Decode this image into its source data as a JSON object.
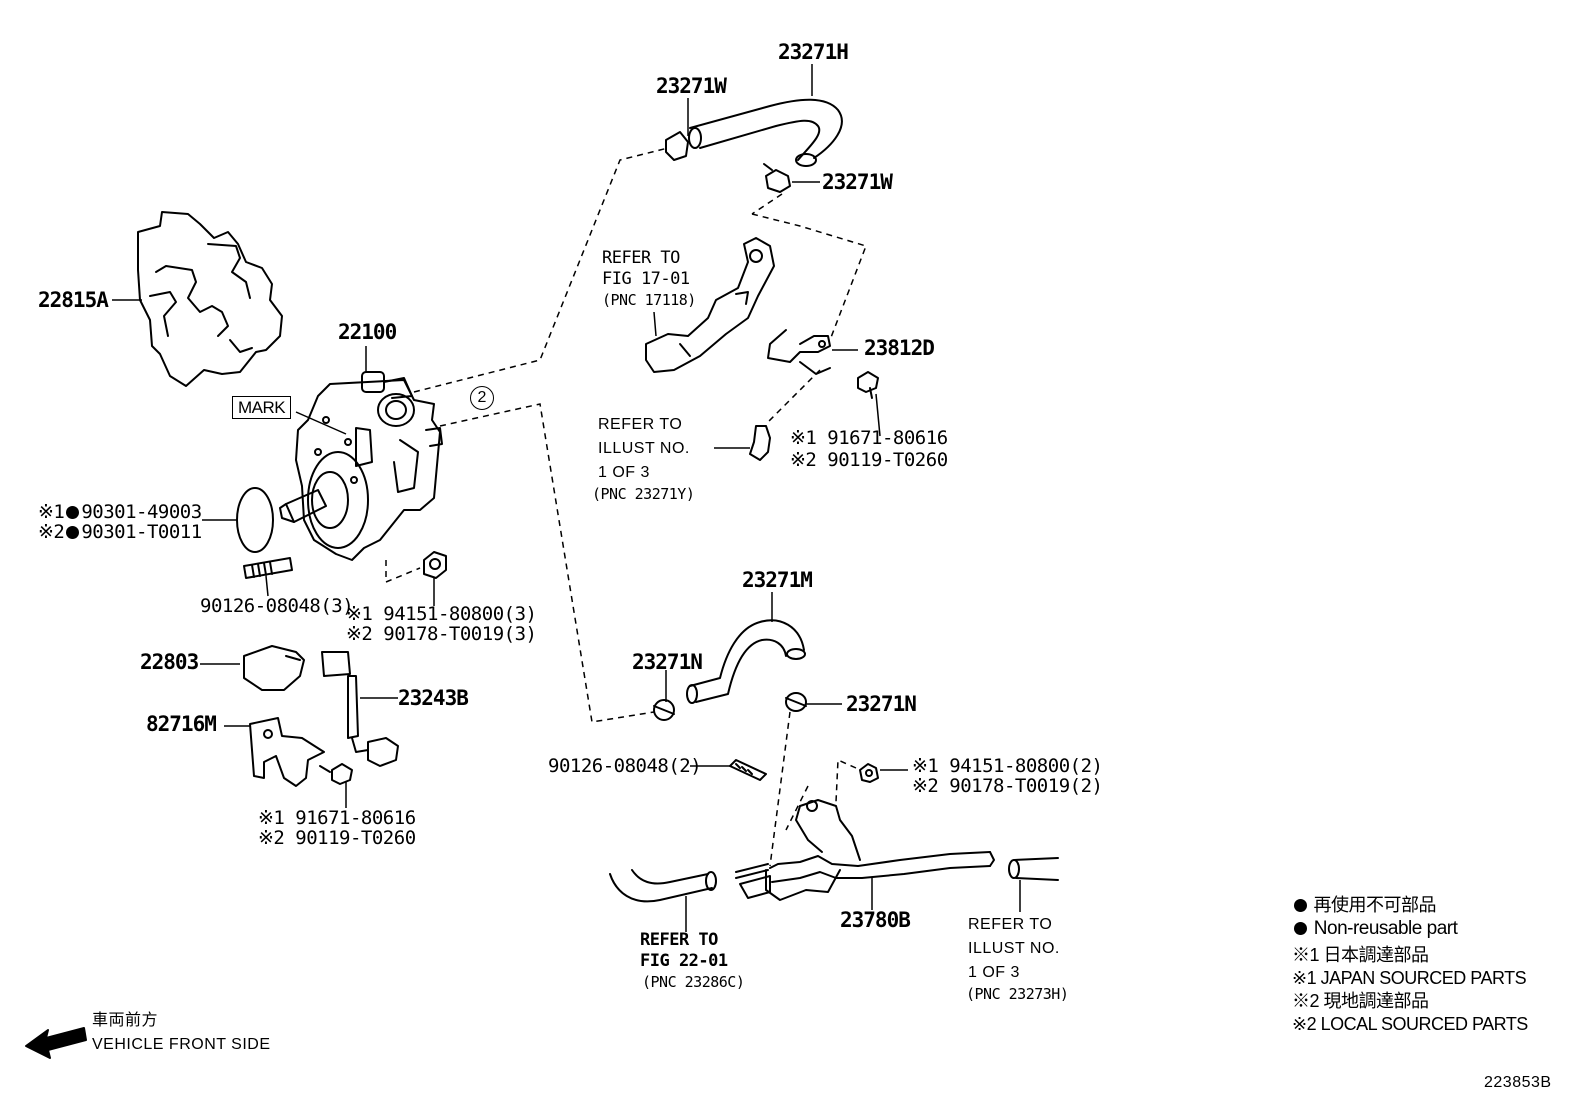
{
  "labels": {
    "p23271H": "23271H",
    "p23271W_top": "23271W",
    "p23271W_right": "23271W",
    "p22815A": "22815A",
    "p22100": "22100",
    "mark": "MARK",
    "circled2": "2",
    "p23812D": "23812D",
    "bolt1_l1": "※1 91671-80616",
    "bolt1_l2": "※2 90119-T0260",
    "oring_l1": "※1",
    "oring_l1b": "90301-49003",
    "oring_l2": "※2",
    "oring_l2b": "90301-T0011",
    "stud1": "90126-08048(3)",
    "nut1_l1": "※1 94151-80800(3)",
    "nut1_l2": "※2 90178-T0019(3)",
    "p22803": "22803",
    "p23243B": "23243B",
    "p82716M": "82716M",
    "bolt2_l1": "※1 91671-80616",
    "bolt2_l2": "※2 90119-T0260",
    "p23271M": "23271M",
    "p23271N_left": "23271N",
    "p23271N_right": "23271N",
    "stud2": "90126-08048(2)",
    "nut2_l1": "※1 94151-80800(2)",
    "nut2_l2": "※2 90178-T0019(2)",
    "p23780B": "23780B"
  },
  "refs": {
    "r1_l1": "REFER TO",
    "r1_l2": "FIG 17-01",
    "r1_l3": "(PNC 17118)",
    "r2_l1": "REFER TO",
    "r2_l2": "ILLUST NO.",
    "r2_l3": "1 OF 3",
    "r2_l4": "(PNC 23271Y)",
    "r3_l1": "REFER TO",
    "r3_l2": "FIG 22-01",
    "r3_l3": "(PNC 23286C)",
    "r4_l1": "REFER TO",
    "r4_l2": "ILLUST NO.",
    "r4_l3": "1 OF 3",
    "r4_l4": "(PNC 23273H)"
  },
  "legend": {
    "l1": "再使用不可部品",
    "l2": "Non-reusable part",
    "l3": "※1 日本調達部品",
    "l4": "※1 JAPAN SOURCED PARTS",
    "l5": "※2 現地調達部品",
    "l6": "※2 LOCAL SOURCED PARTS"
  },
  "front": {
    "jp": "車両前方",
    "en": "VEHICLE FRONT SIDE"
  },
  "diagram_id": "223853B"
}
